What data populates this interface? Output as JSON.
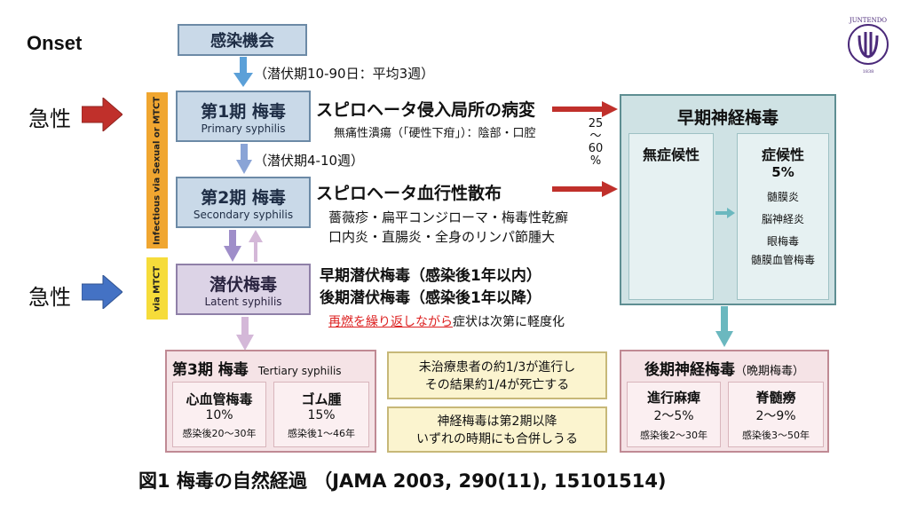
{
  "onset_label": "Onset",
  "acute_top": "急性",
  "acute_bottom": "急性",
  "logo_text": "JUNTENDO UNIVERSITY TOKYO 1838",
  "infection_box": "感染機会",
  "incubation1": "（潜伏期10-90日：平均3週）",
  "incubation2": "（潜伏期4-10週）",
  "side_label_top": "Infectious via Sexual or MTCT",
  "side_label_bottom": "via MTCT",
  "stage1": {
    "jp": "第1期 梅毒",
    "en": "Primary syphilis"
  },
  "stage1_desc": {
    "main": "スピロヘータ侵入局所の病変",
    "sub": "無痛性潰瘍（「硬性下疳」）：陰部・口腔"
  },
  "percent_range": [
    "25",
    "〜",
    "60",
    "%"
  ],
  "stage2": {
    "jp": "第2期 梅毒",
    "en": "Secondary syphilis"
  },
  "stage2_desc": {
    "main": "スピロヘータ血行性散布",
    "sub1": "薔薇疹・扁平コンジローマ・梅毒性乾癬",
    "sub2": "口内炎・直腸炎・全身のリンパ節腫大"
  },
  "latent": {
    "jp": "潜伏梅毒",
    "en": "Latent syphilis"
  },
  "latent_desc": {
    "early": "早期潜伏梅毒（感染後1年以内）",
    "late": "後期潜伏梅毒（感染後1年以降）",
    "relapse_red": "再燃を繰り返しながら",
    "relapse_rest": "症状は次第に軽度化"
  },
  "early_neuro": {
    "title": "早期神経梅毒",
    "asymptomatic": "無症候性",
    "symptomatic": "症候性",
    "symptomatic_pct": "5%",
    "items": [
      "髄膜炎",
      "脳神経炎",
      "眼梅毒",
      "髄膜血管梅毒"
    ]
  },
  "tertiary": {
    "title": "第3期 梅毒",
    "title_en": "Tertiary syphilis",
    "cardio": {
      "name": "心血管梅毒",
      "pct": "10%",
      "time": "感染後20〜30年"
    },
    "gumma": {
      "name": "ゴム腫",
      "pct": "15%",
      "time": "感染後1〜46年"
    }
  },
  "untreated_note": [
    "未治療患者の約1/3が進行し",
    "その結果約1/4が死亡する"
  ],
  "neuro_note": [
    "神経梅毒は第2期以降",
    "いずれの時期にも合併しうる"
  ],
  "late_neuro": {
    "title": "後期神経梅毒",
    "title_sub": "（晩期梅毒）",
    "paresis": {
      "name": "進行麻痺",
      "pct": "2〜5%",
      "time": "感染後2〜30年"
    },
    "tabes": {
      "name": "脊髄癆",
      "pct": "2〜9%",
      "time": "感染後3〜50年"
    }
  },
  "caption": "図1 梅毒の自然経過 （JAMA 2003, 290(11), 15101514)",
  "colors": {
    "red_arrow": "#c0302b",
    "blue_arrow": "#4472c4",
    "stage_fill": "#c9d9e8",
    "latent_fill": "#dcd3e6",
    "neuro_fill": "#cfe2e4",
    "pink_fill": "#f5e3e6",
    "yellow_fill": "#fbf4cf",
    "orange_bar": "#f0a630",
    "yellow_bar": "#f6dc3a"
  }
}
